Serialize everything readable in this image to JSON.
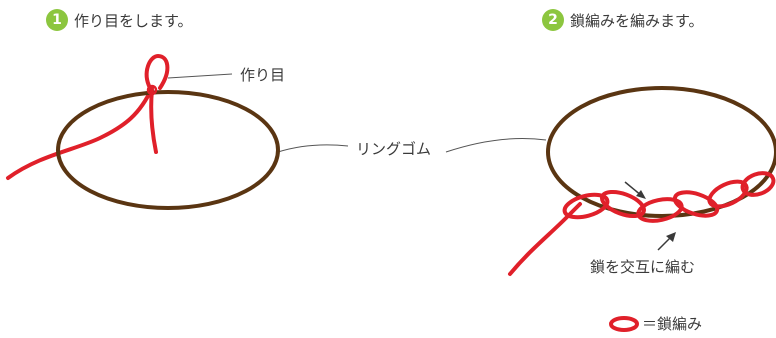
{
  "colors": {
    "ring": "#5a3512",
    "thread": "#e0202a",
    "badge": "#8cc63f",
    "text": "#3a3a3a"
  },
  "steps": [
    {
      "number": "1",
      "title": "作り目をします。"
    },
    {
      "number": "2",
      "title": "鎖編みを編みます。"
    }
  ],
  "labels": {
    "starting_stitch": "作り目",
    "ring_rubber": "リングゴム",
    "alternate_chains": "鎖を交互に編む",
    "legend": "＝鎖編み"
  }
}
